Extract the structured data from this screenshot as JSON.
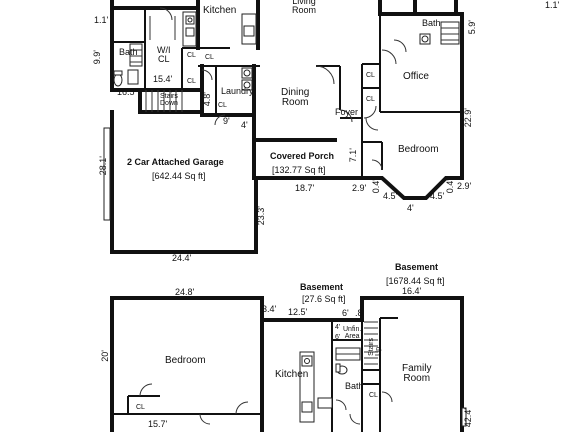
{
  "upper": {
    "rooms": {
      "kitchen": "Kitchen",
      "living": "Living\nRoom",
      "bath_right": "Bath",
      "bath_left": "Bath",
      "wi_closet": "W/I\nCL",
      "closet_a": "CL",
      "closet_b": "CL",
      "closet_c": "CL",
      "closet_d": "CL",
      "closet_e": "CL",
      "closet_f": "CL",
      "stairs": "Stairs\nDown",
      "laundry": "Laundry",
      "dining": "Dining\nRoom",
      "office": "Office",
      "foyer": "Foyer",
      "bedroom": "Bedroom"
    },
    "garage": {
      "name": "2 Car Attached Garage",
      "area": "[642.44 Sq ft]"
    },
    "porch": {
      "name": "Covered Porch",
      "area": "[132.77 Sq ft]"
    },
    "dims": {
      "d_1_1_left": "1.1'",
      "d_1_1_right": "1.1'",
      "d_9_9": "9.9'",
      "d_5_9": "5.9'",
      "d_15_4": "15.4'",
      "d_16_5": "16.5'",
      "d_4_8": "4.8'",
      "d_9": "9'",
      "d_4": "4'",
      "d_22_9": "22.9'",
      "d_28_1": "28.1'",
      "d_7_1": "7.1'",
      "d_18_7": "18.7'",
      "d_2_9_left": "2.9'",
      "d_2_9_right": "2.9'",
      "d_0_4_left": "0.4'",
      "d_0_4_right": "0.4'",
      "d_4_5_left": "4.5'",
      "d_4_5_right": "4.5'",
      "d_4_bottom": "4'",
      "d_23_3": "23.3'",
      "d_24_4": "24.4'"
    }
  },
  "lower": {
    "title_main": "Basement",
    "area_main": "[1678.44 Sq ft]",
    "title_small": "Basement",
    "area_small": "[27.6 Sq ft]",
    "rooms": {
      "bedroom": "Bedroom",
      "kitchen": "Kitchen",
      "family": "Family\nRoom",
      "unfin": "Unfin.\nArea",
      "bath": "Bath",
      "stairs": "Stairs\nUp",
      "closet_a": "CL",
      "closet_b": "CL"
    },
    "dims": {
      "d_24_8": "24.8'",
      "d_3_4": "3.4'",
      "d_12_5": "12.5'",
      "d_6": "6'",
      "d_8": ".8'",
      "d_16_4": "16.4'",
      "d_4_6_a": "4'",
      "d_4_6_b": "6'",
      "d_20": "20'",
      "d_15_7": "15.7'",
      "d_42_4": "42.4'"
    }
  }
}
